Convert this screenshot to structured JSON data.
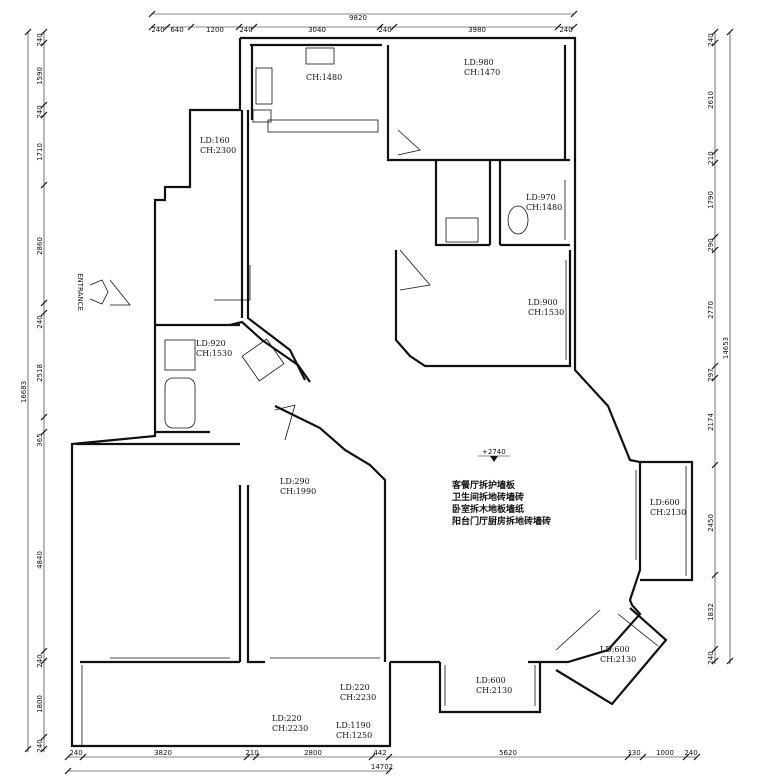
{
  "dimensions": {
    "top_total": "9820",
    "top": [
      "240",
      "640",
      "1200",
      "240",
      "3040",
      "240",
      "3980",
      "240"
    ],
    "bottom_total": "14702",
    "bottom": [
      "240",
      "3820",
      "210",
      "2800",
      "442",
      "5620",
      "330",
      "1000",
      "240"
    ],
    "left_total": "16683",
    "left": [
      "240",
      "1590",
      "240",
      "1710",
      "2860",
      "240",
      "2518",
      "365",
      "4840",
      "240",
      "1800",
      "240"
    ],
    "right_total": "14653",
    "right": [
      "240",
      "2610",
      "210",
      "1790",
      "290",
      "2770",
      "297",
      "2174",
      "2450",
      "1832",
      "240"
    ]
  },
  "entrance_label": "ENTRANCE",
  "level_mark": "+2740",
  "rooms": [
    {
      "ld": "",
      "ch": "CH:1480"
    },
    {
      "ld": "LD:980",
      "ch": "CH:1470"
    },
    {
      "ld": "LD:160",
      "ch": "CH:2300"
    },
    {
      "ld": "LD:970",
      "ch": "CH:1480"
    },
    {
      "ld": "LD:900",
      "ch": "CH:1530"
    },
    {
      "ld": "LD:920",
      "ch": "CH:1530"
    },
    {
      "ld": "LD:290",
      "ch": "CH:1990"
    },
    {
      "ld": "LD:600",
      "ch": "CH:2130"
    },
    {
      "ld": "LD:600",
      "ch": "CH:2130"
    },
    {
      "ld": "LD:600",
      "ch": "CH:2130"
    },
    {
      "ld": "LD:220",
      "ch": "CH:2230"
    },
    {
      "ld": "LD:220",
      "ch": "CH:2230"
    },
    {
      "ld": "LD:1190",
      "ch": "CH:1250"
    }
  ],
  "notes": [
    "客餐厅拆护墙板",
    "卫生间拆地砖墙砖",
    "卧室拆木地板墙纸",
    "阳台门厅厨房拆地砖墙砖"
  ]
}
